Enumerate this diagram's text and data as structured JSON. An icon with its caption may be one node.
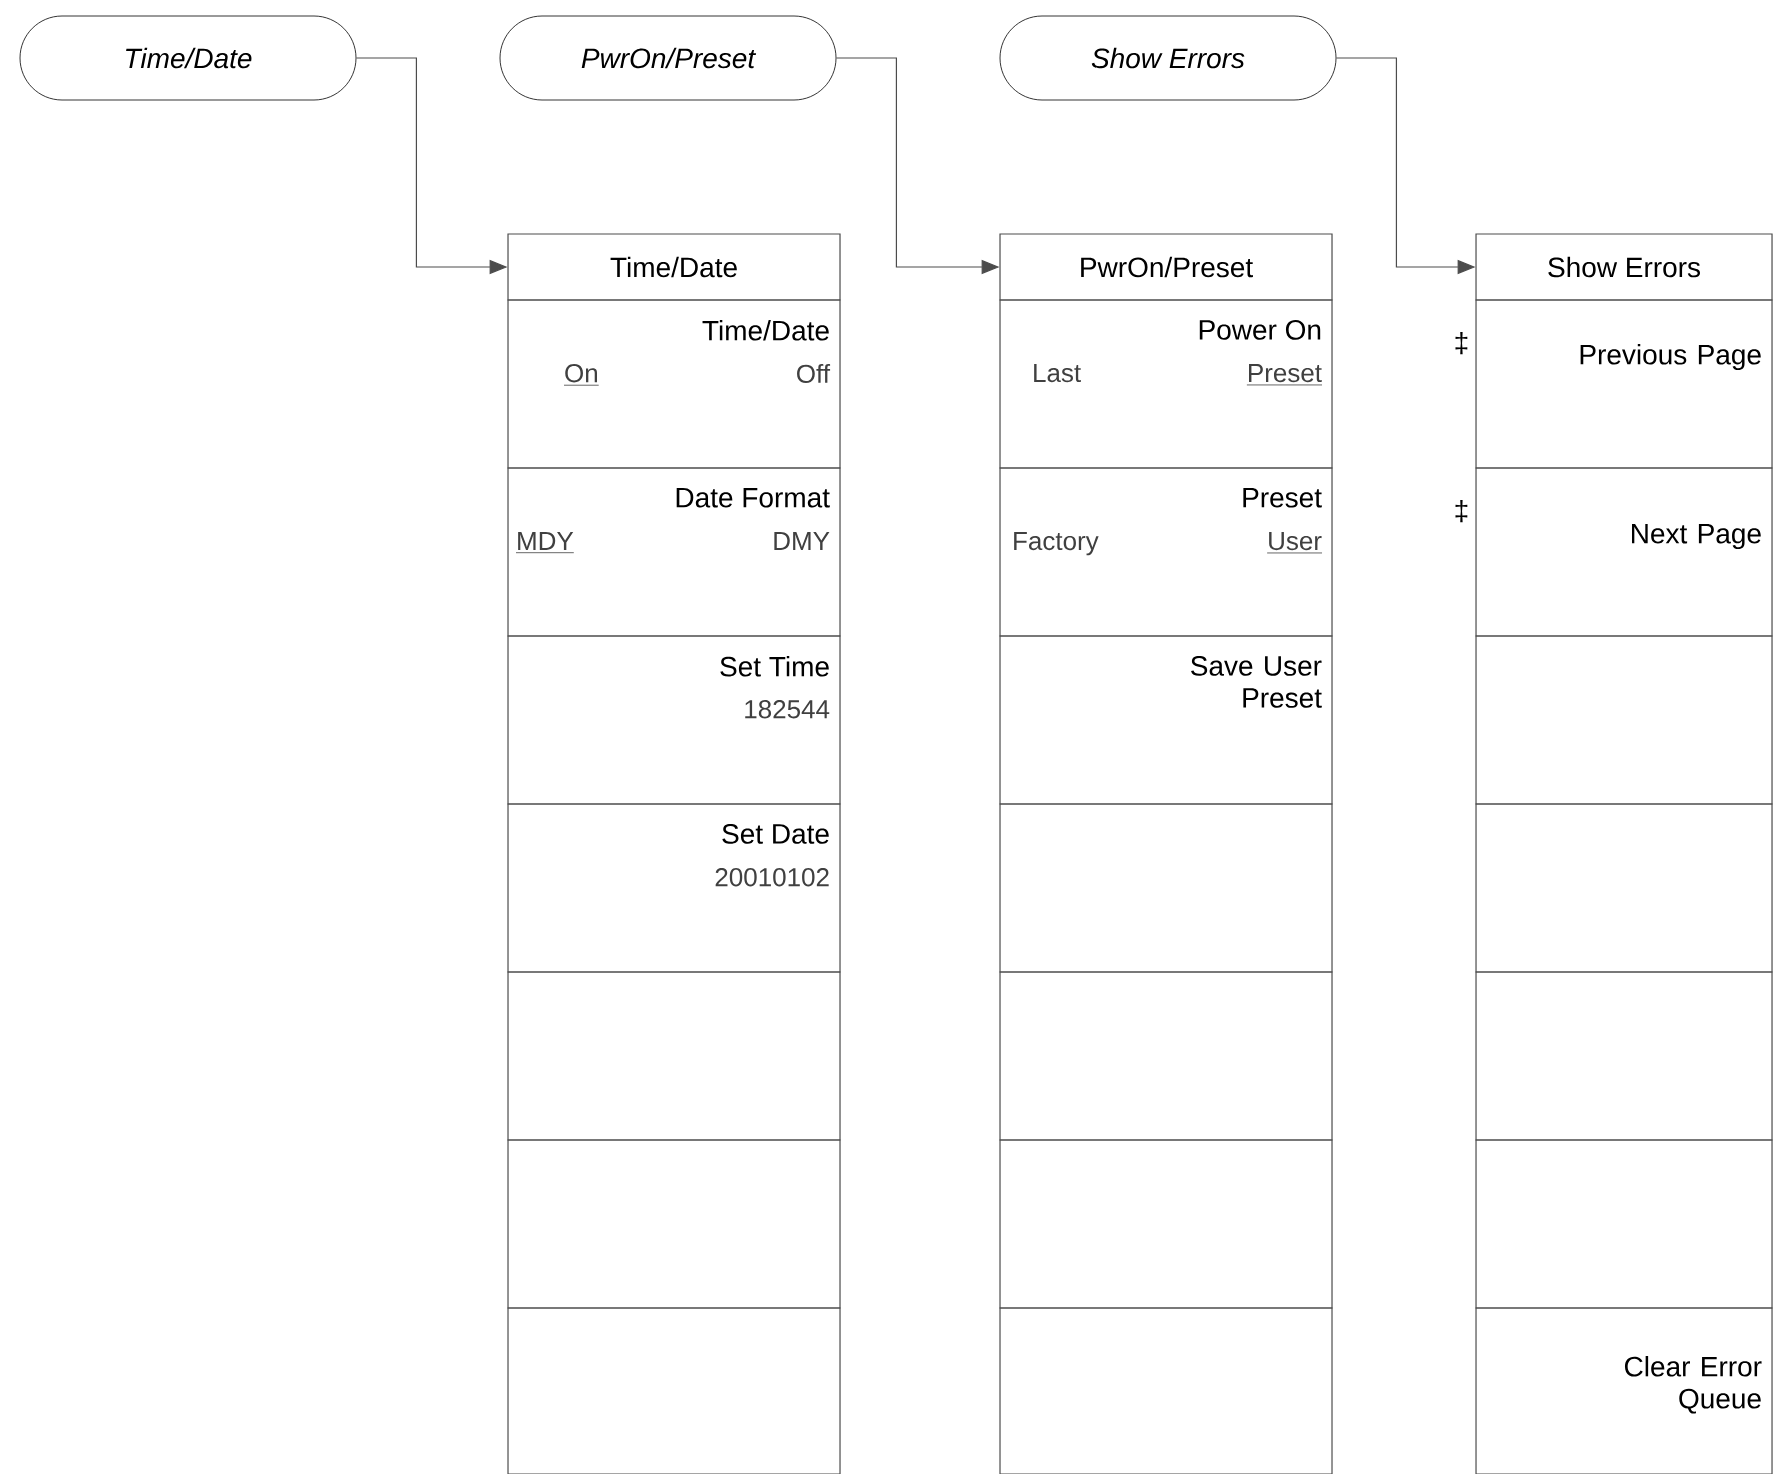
{
  "diagram": {
    "nodes": [
      {
        "text": [
          "Time/Date"
        ]
      },
      {
        "text": [
          "PwrOn/Preset"
        ]
      },
      {
        "text": [
          "Show Errors"
        ]
      },
      {
        "text": [
          "Time/Date"
        ]
      },
      {
        "text": [
          "Time/Date",
          "On",
          "Off"
        ]
      },
      {
        "text": [
          "Date Format",
          "MDY",
          "DMY"
        ]
      },
      {
        "text": [
          "Set Time",
          "182544"
        ]
      },
      {
        "text": [
          "Set Date",
          "20010102"
        ]
      },
      {
        "text": [],
        "shape": "box"
      },
      {
        "text": [],
        "shape": "box"
      },
      {
        "text": [],
        "shape": "box"
      },
      {
        "text": [
          "PwrOn/Preset"
        ]
      },
      {
        "text": [
          "Power On",
          "Last",
          "Preset"
        ]
      },
      {
        "text": [
          "Preset",
          "Factory",
          "User"
        ]
      },
      {
        "text": [
          "Save User Preset"
        ]
      },
      {
        "text": [],
        "shape": "box"
      },
      {
        "text": [],
        "shape": "box"
      },
      {
        "text": [],
        "shape": "box"
      },
      {
        "text": [],
        "shape": "box"
      },
      {
        "text": [
          "Show Errors"
        ]
      },
      {
        "text": [
          "Previous Page"
        ],
        "beside": [
          "‡"
        ]
      },
      {
        "text": [
          "Next Page"
        ],
        "beside": [
          "‡"
        ]
      },
      {
        "text": [],
        "shape": "box"
      },
      {
        "text": [],
        "shape": "box"
      },
      {
        "text": [],
        "shape": "box"
      },
      {
        "text": [],
        "shape": "box"
      },
      {
        "text": [
          "Clear Error Queue"
        ]
      }
    ],
    "edges": [
      {
        "from": 0,
        "to": 3,
        "arrow": "to"
      },
      {
        "from": 1,
        "to": 11,
        "arrow": "to"
      },
      {
        "from": 2,
        "to": 19,
        "arrow": "to"
      }
    ]
  }
}
